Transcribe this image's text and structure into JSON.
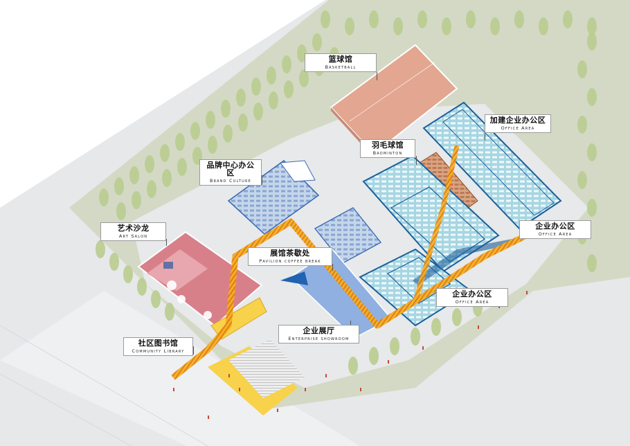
{
  "colors": {
    "site": "#d4d9c6",
    "ground": "#e6e8ea",
    "basketball": "#e3a690",
    "office": "#a7d6e3",
    "office_frame": "#1a5f9b",
    "brand": "#c5d6ea",
    "art": "#d8808a",
    "showroom": "#8fb0e0",
    "badminton": "#c98a66",
    "path": "#f4b21a",
    "plaza": "#f7d24a",
    "tree": "#b9cc8f"
  },
  "labels": {
    "basketball": {
      "zh": "篮球馆",
      "en": "Basketball"
    },
    "jiajian_office": {
      "zh": "加建企业办公区",
      "en": "Office Area"
    },
    "badminton": {
      "zh": "羽毛球馆",
      "en": "Badminton"
    },
    "brand_culture": {
      "zh": "品牌中心办公区",
      "en": "Brand Culture"
    },
    "art_salon": {
      "zh": "艺术沙龙",
      "en": "Art Salon"
    },
    "pavilion": {
      "zh": "展馆茶歇处",
      "en": "Pavilion coffee break"
    },
    "office_area_right": {
      "zh": "企业办公区",
      "en": "Office Area"
    },
    "office_area_mid": {
      "zh": "企业办公区",
      "en": "Office Area"
    },
    "showroom": {
      "zh": "企业展厅",
      "en": "Enterprise showroom"
    },
    "library": {
      "zh": "社区图书馆",
      "en": "Community Library"
    }
  }
}
